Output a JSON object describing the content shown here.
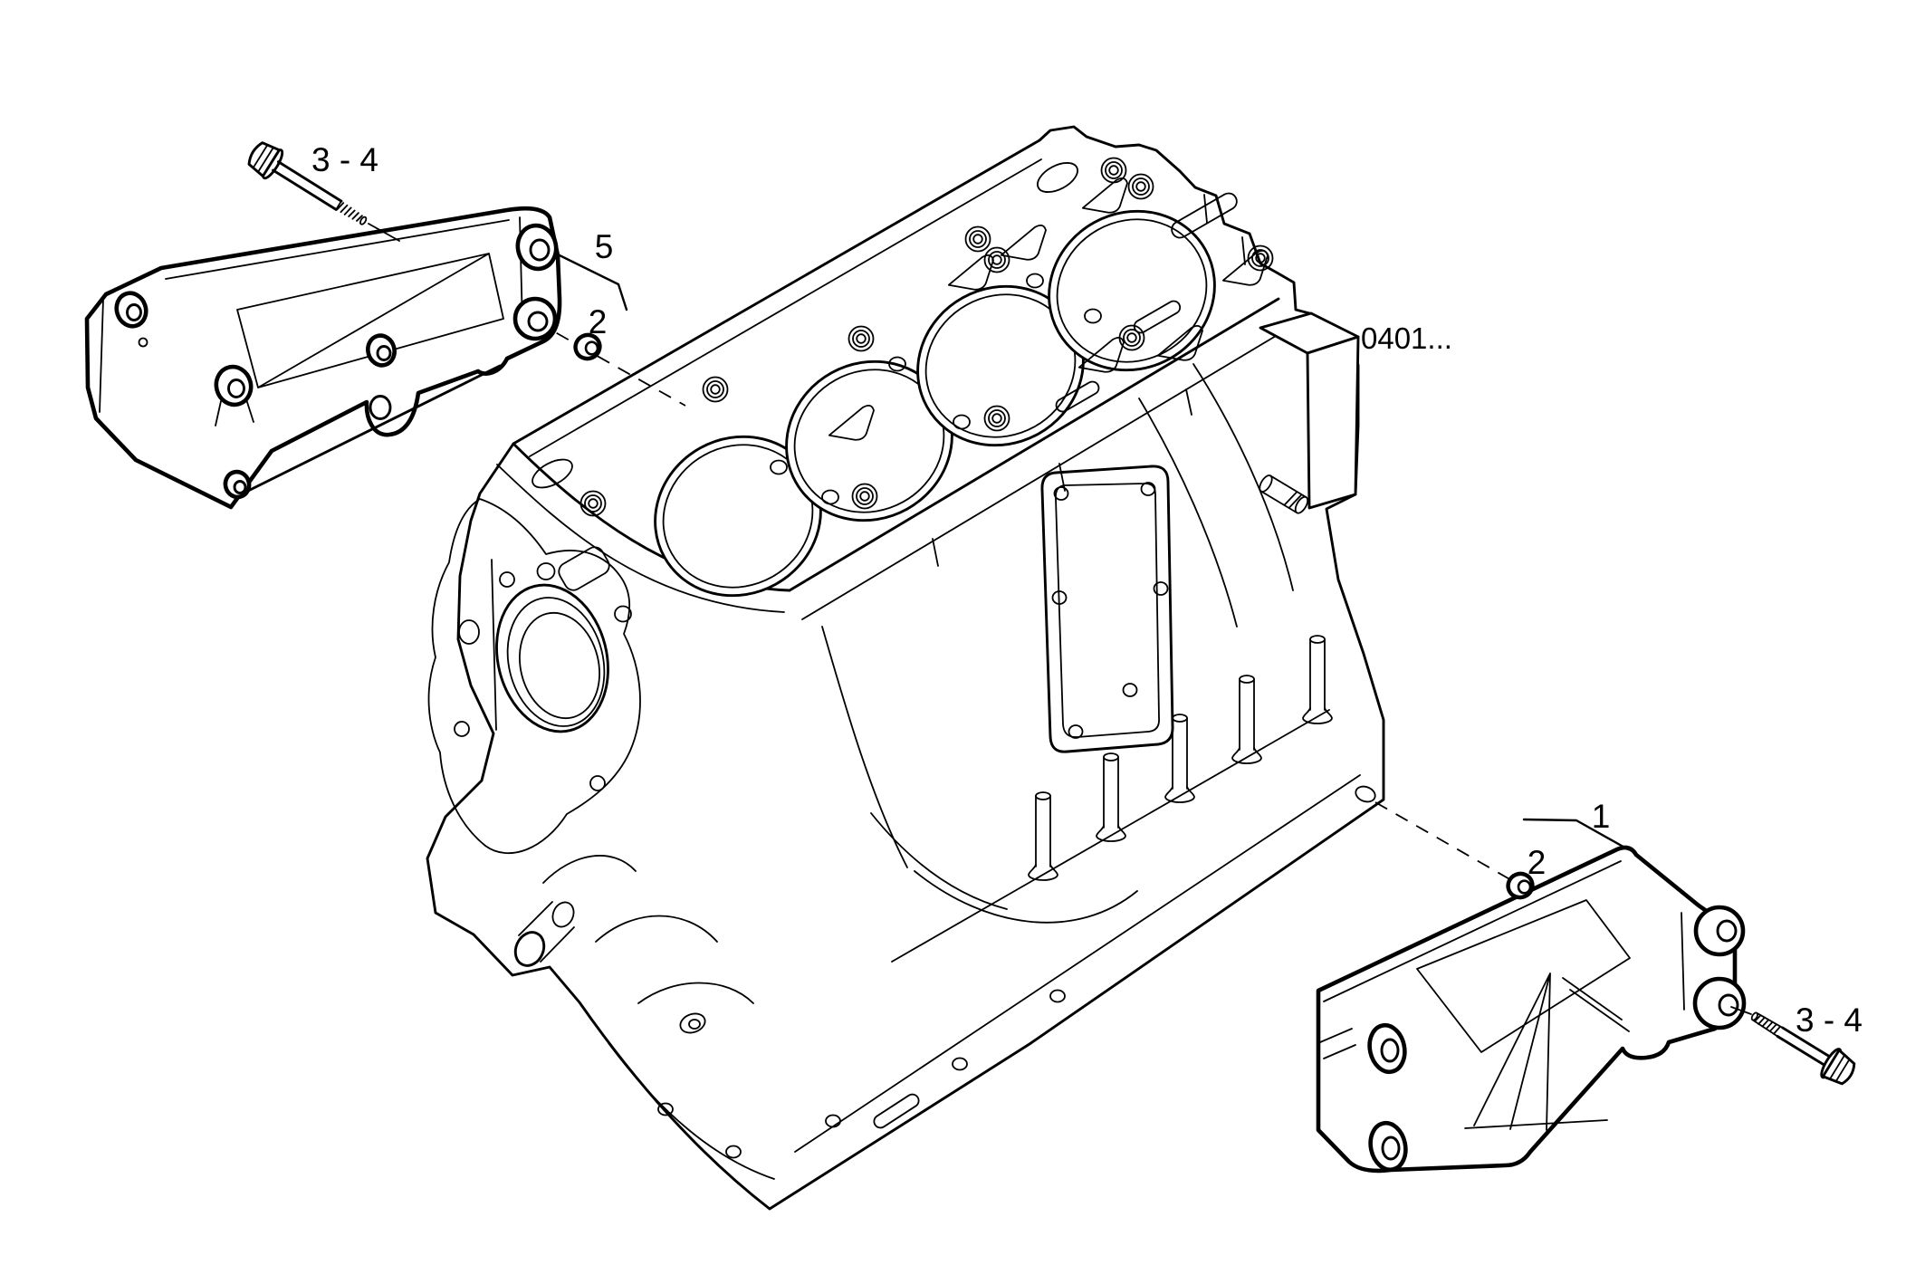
{
  "diagram": {
    "background_color": "#ffffff",
    "line_color": "#000000",
    "callouts": {
      "bolt_top_left": "3 - 4",
      "bracket_top_left": "5",
      "bushing_top_left": "2",
      "bracket_bottom_right": "1",
      "bushing_bottom_right": "2",
      "bolt_bottom_right": "3 - 4",
      "block_section_ref": "0401..."
    }
  }
}
